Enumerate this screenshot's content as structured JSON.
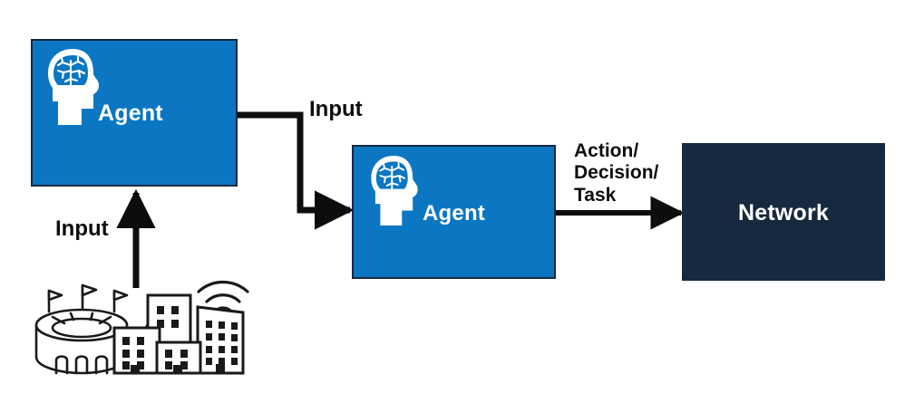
{
  "diagram": {
    "title": "Agent to Network Flow Diagram",
    "background_color": "#ffffff",
    "colors": {
      "agent_fill": "#0b77c2",
      "agent_border": "#16293f",
      "network_fill": "#16293f",
      "network_border": "#16293f",
      "connector": "#0d0d0d",
      "label_text": "#0d0d0d",
      "box_text": "#ffffff",
      "icon_stroke": "#1a1a1a"
    },
    "nodes": [
      {
        "id": "agent-primary",
        "label": "Agent",
        "type": "agent",
        "icon": "brain-head-icon"
      },
      {
        "id": "agent-secondary",
        "label": "Agent",
        "type": "agent",
        "icon": "brain-head-icon"
      },
      {
        "id": "network",
        "label": "Network",
        "type": "network",
        "icon": null
      }
    ],
    "edges": [
      {
        "id": "edge-source-to-agent-primary",
        "label": "Input",
        "from": "infrastructure-icons",
        "to": "agent-primary",
        "arrow": "up"
      },
      {
        "id": "edge-agent-primary-to-agent-secondary",
        "label": "Input",
        "from": "agent-primary",
        "to": "agent-secondary",
        "arrow": "right"
      },
      {
        "id": "edge-agent-secondary-to-network",
        "label": "Action/\nDecision/\nTask",
        "label_lines": [
          "Action/",
          "Decision/",
          "Task"
        ],
        "from": "agent-secondary",
        "to": "network",
        "arrow": "right"
      }
    ],
    "icons": [
      {
        "id": "stadium-icon",
        "name": "stadium-icon"
      },
      {
        "id": "router-icon",
        "name": "wireless-router-icon"
      },
      {
        "id": "buildings-icon",
        "name": "city-buildings-icon"
      },
      {
        "id": "wifi-signal-icon",
        "name": "wifi-signal-icon"
      }
    ]
  }
}
